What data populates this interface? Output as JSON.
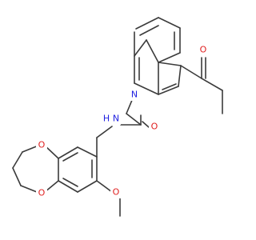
{
  "colors": {
    "bond": "#3b3b3b",
    "oxygen": "#e02020",
    "nitrogen": "#2020e0",
    "background": "#ffffff"
  },
  "atoms": {
    "carbonyl_oxygen_ketone": "O",
    "indole_nitrogen": "N",
    "carbonyl_oxygen_amide": "O",
    "amide_nitrogen": "N",
    "amide_hydrogen": "H",
    "dioxepine_oxygen_upper": "O",
    "dioxepine_oxygen_lower": "O",
    "methoxy_oxygen": "O"
  }
}
